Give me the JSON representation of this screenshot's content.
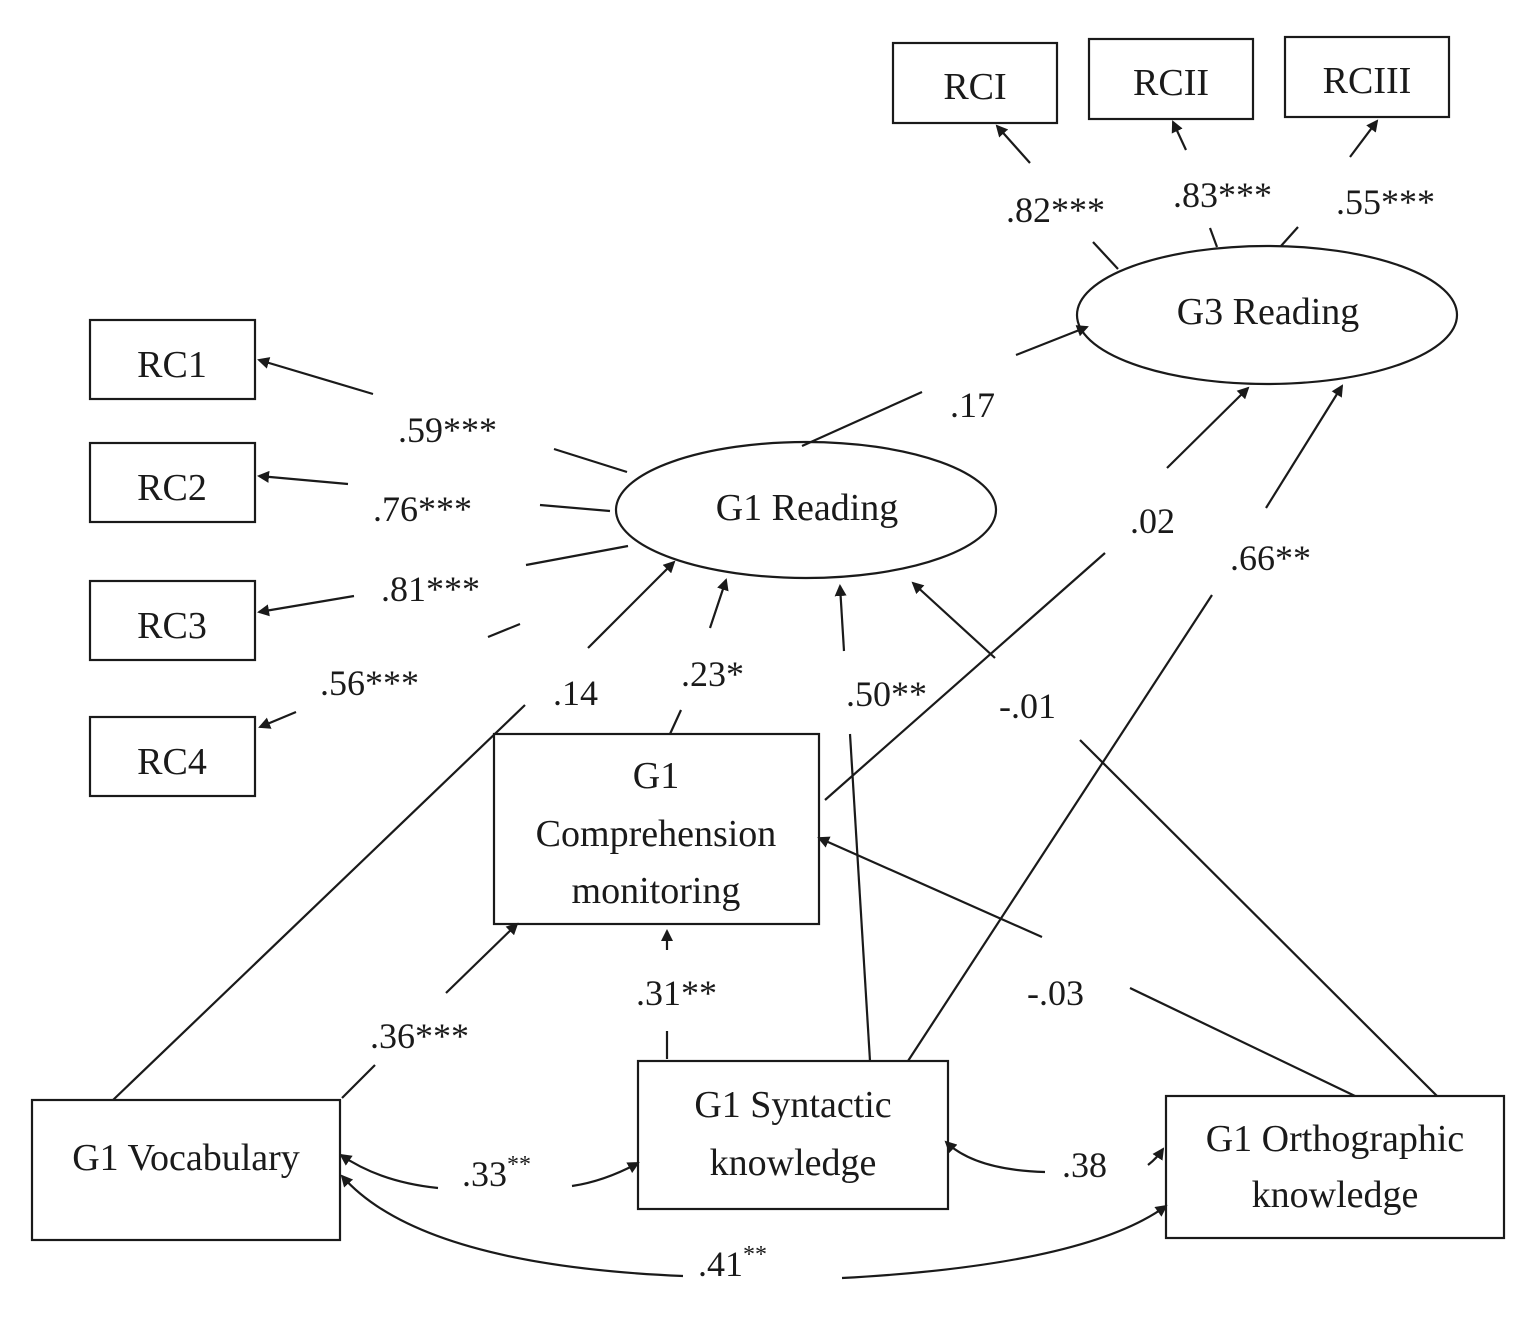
{
  "nodes": {
    "rci": "RCI",
    "rcii": "RCII",
    "rciii": "RCIII",
    "rc1": "RC1",
    "rc2": "RC2",
    "rc3": "RC3",
    "rc4": "RC4",
    "g3_reading": "G3 Reading",
    "g1_reading": "G1 Reading",
    "g1_comp_line1": "G1",
    "g1_comp_line2": "Comprehension",
    "g1_comp_line3": "monitoring",
    "g1_vocabulary": "G1 Vocabulary",
    "g1_syntactic_line1": "G1 Syntactic",
    "g1_syntactic_line2": "knowledge",
    "g1_ortho_line1": "G1 Orthographic",
    "g1_ortho_line2": "knowledge"
  },
  "coefficients": {
    "g3_rci": ".82***",
    "g3_rcii": ".83***",
    "g3_rciii": ".55***",
    "g1_rc1": ".59***",
    "g1_rc2": ".76***",
    "g1_rc3": ".81***",
    "g1_rc4": ".56***",
    "g1read_g3read": ".17",
    "comp_g3read": ".02",
    "synt_g3read": ".66**",
    "vocab_g1read": ".14",
    "comp_g1read": ".23*",
    "synt_g1read": ".50**",
    "ortho_g1read": "-.01",
    "vocab_comp": ".36***",
    "synt_comp": ".31**",
    "ortho_comp": "-.03",
    "vocab_synt_base": ".33",
    "vocab_synt_sup": "**",
    "synt_ortho": ".38",
    "vocab_ortho_base": ".41",
    "vocab_ortho_sup": "**"
  },
  "colors": {
    "ink": "#1a1a1a",
    "background": "#ffffff"
  }
}
